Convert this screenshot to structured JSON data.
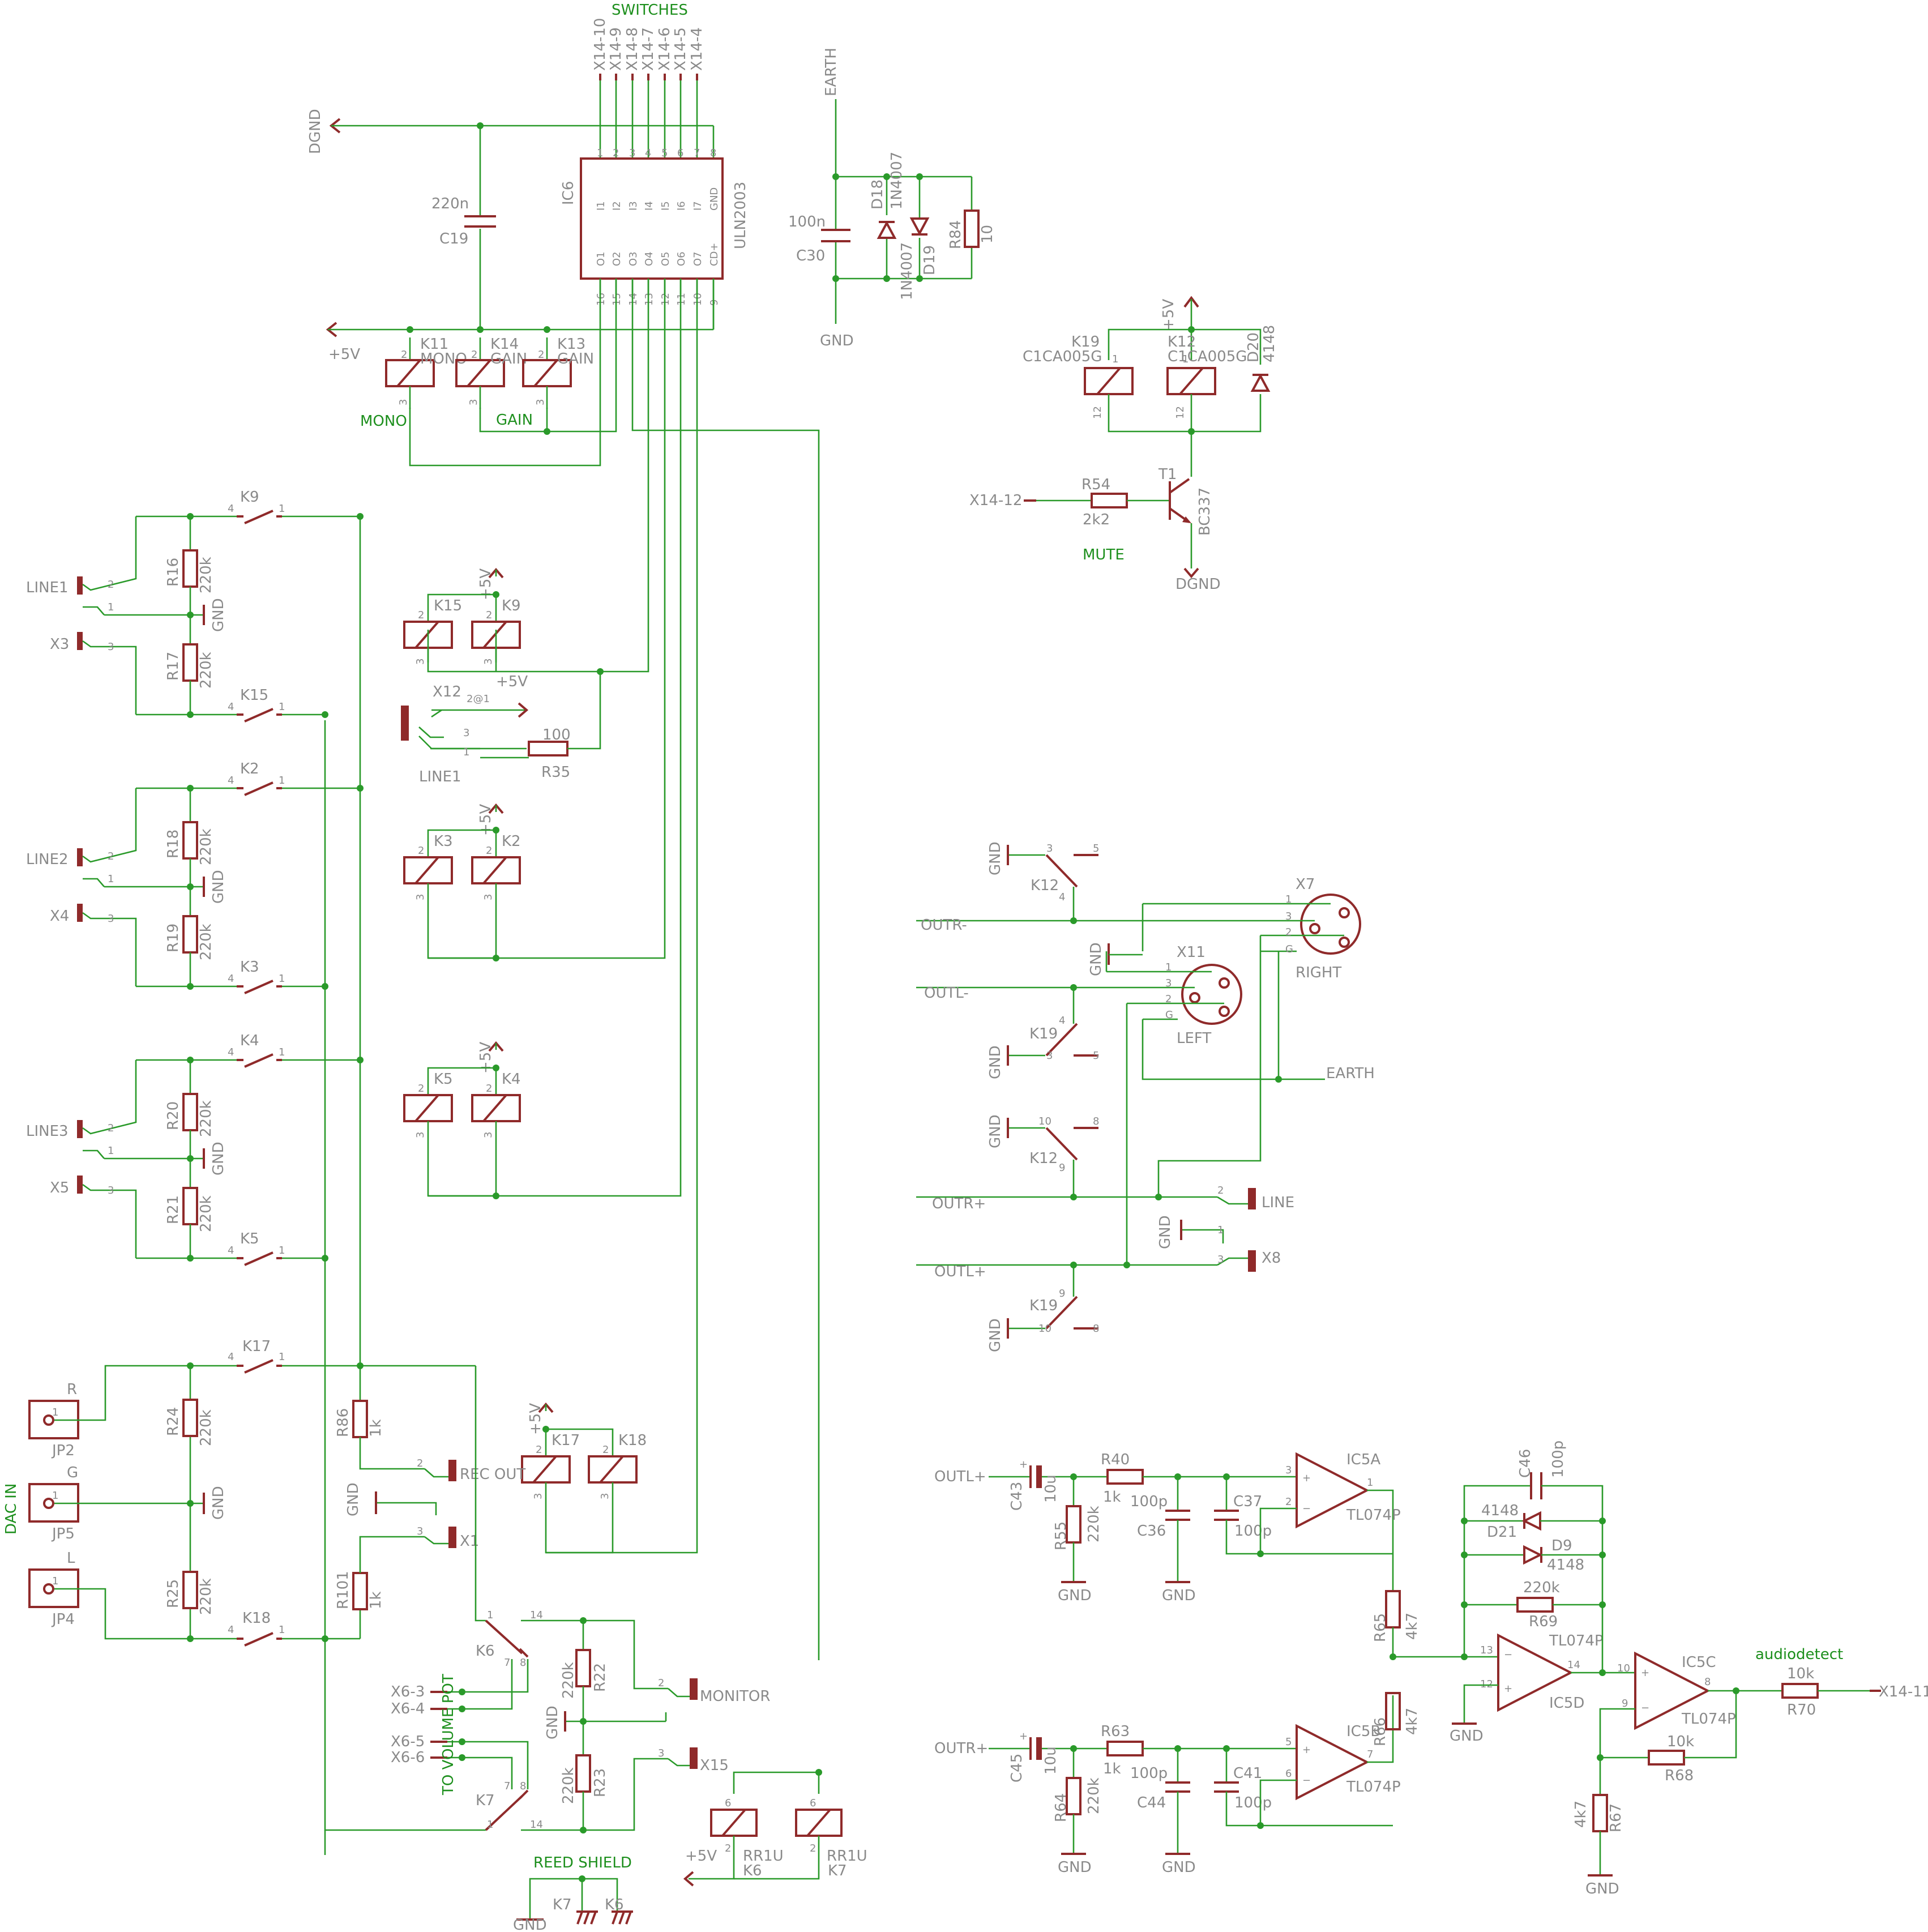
{
  "header": {
    "switches": "SWITCHES",
    "x14_pins": [
      "X14-10",
      "X14-9",
      "X14-8",
      "X14-7",
      "X14-6",
      "X14-5",
      "X14-4"
    ]
  },
  "ic6": {
    "name": "IC6",
    "value": "ULN2003",
    "inputs": [
      "I1",
      "I2",
      "I3",
      "I4",
      "I5",
      "I6",
      "I7",
      "GND"
    ],
    "outputs": [
      "O1",
      "O2",
      "O3",
      "O4",
      "O5",
      "O6",
      "O7",
      "CD+"
    ],
    "top_pins": [
      "1",
      "2",
      "3",
      "4",
      "5",
      "6",
      "7",
      "8"
    ],
    "bottom_pins": [
      "16",
      "15",
      "14",
      "13",
      "12",
      "11",
      "10",
      "9"
    ]
  },
  "power": {
    "dgnd": "DGND",
    "plus5": "+5V",
    "gnd": "GND",
    "earth": "EARTH"
  },
  "c19": {
    "name": "C19",
    "value": "220n"
  },
  "c30": {
    "name": "C30",
    "value": "100n"
  },
  "d18": {
    "name": "D18",
    "value": "1N4007"
  },
  "d19": {
    "name": "D19",
    "value": "1N4007"
  },
  "r84": {
    "name": "R84",
    "value": "10"
  },
  "top_relays": [
    {
      "name": "K11",
      "value": "MONO"
    },
    {
      "name": "K14",
      "value": "GAIN"
    },
    {
      "name": "K13",
      "value": "GAIN"
    }
  ],
  "nets": {
    "mono": "MONO",
    "gain": "GAIN",
    "mute": "MUTE",
    "dac_in": "DAC IN",
    "to_volume_pot": "TO VOLUME POT",
    "reed_shield": "REED SHIELD",
    "audiodetect": "audiodetect"
  },
  "mute_block": {
    "k19": {
      "name": "K19",
      "value": "C1CA005G"
    },
    "k12": {
      "name": "K12",
      "value": "C1CA005G"
    },
    "d20": {
      "name": "D20",
      "value": "4148"
    },
    "r54": {
      "name": "R54",
      "value": "2k2"
    },
    "t1": {
      "name": "T1",
      "value": "BC337"
    },
    "x14_12": "X14-12"
  },
  "inputs": [
    {
      "jack": "LINE1",
      "conn": "X3",
      "ra": "R16",
      "rb": "R17",
      "rv": "220k",
      "ka": "K9",
      "kb": "K15"
    },
    {
      "jack": "LINE2",
      "conn": "X4",
      "ra": "R18",
      "rb": "R19",
      "rv": "220k",
      "ka": "K2",
      "kb": "K3"
    },
    {
      "jack": "LINE3",
      "conn": "X5",
      "ra": "R20",
      "rb": "R21",
      "rv": "220k",
      "ka": "K4",
      "kb": "K5"
    }
  ],
  "coil_pairs": [
    {
      "a": "K15",
      "b": "K9"
    },
    {
      "a": "K3",
      "b": "K2"
    },
    {
      "a": "K5",
      "b": "K4"
    },
    {
      "a": "K17",
      "b": "K18"
    }
  ],
  "x12": {
    "name": "X12",
    "pin": "2@1",
    "label": "LINE1",
    "r35": "R35",
    "r35v": "100"
  },
  "dac": {
    "jp2": "JP2",
    "jp5": "JP5",
    "jp4": "JP4",
    "r": "R",
    "g": "G",
    "l": "L",
    "r24": "R24",
    "r25": "R25",
    "rv": "220k",
    "k17": "K17",
    "k18": "K18",
    "r86": "R86",
    "r101": "R101",
    "r1k": "1k",
    "x1": "X1",
    "rec_out": "REC OUT"
  },
  "monitor": {
    "k6": "K6",
    "k7": "K7",
    "x6": [
      "X6-3",
      "X6-4",
      "X6-5",
      "X6-6"
    ],
    "r22": "R22",
    "r23": "R23",
    "rv": "220k",
    "x15": "X15",
    "monitor": "MONITOR",
    "rr1u": "RR1U"
  },
  "outputs": {
    "x7": "X7",
    "x11": "X11",
    "right": "RIGHT",
    "left": "LEFT",
    "earth": "EARTH",
    "outr_m": "OUTR-",
    "outl_m": "OUTL-",
    "outr_p": "OUTR+",
    "outl_p": "OUTL+",
    "line": "LINE",
    "x8": "X8",
    "k12": "K12",
    "k19": "K19"
  },
  "filter_left": {
    "in": "OUTL+",
    "c43": "C43",
    "c43v": "10u",
    "r40": "R40",
    "r40v": "1k",
    "r55": "R55",
    "r55v": "220k",
    "c36": "C36",
    "c36v": "100p",
    "c37": "C37",
    "c37v": "100p",
    "ic": "IC5A",
    "icv": "TL074P"
  },
  "filter_right": {
    "in": "OUTR+",
    "c45": "C45",
    "c45v": "10u",
    "r63": "R63",
    "r63v": "1k",
    "r64": "R64",
    "r64v": "220k",
    "c44": "C44",
    "c44v": "100p",
    "c41": "C41",
    "c41v": "100p",
    "ic": "IC5B",
    "icv": "TL074P"
  },
  "detect": {
    "r65": "R65",
    "r66": "R66",
    "r4k7": "4k7",
    "ic5d": "IC5D",
    "ic5c": "IC5C",
    "tl": "TL074P",
    "c46": "C46",
    "c46v": "100p",
    "d21": "D21",
    "d9": "D9",
    "d4148": "4148",
    "r69": "R69",
    "r69v": "220k",
    "r68": "R68",
    "r68v": "10k",
    "r67": "R67",
    "r67v": "4k7",
    "r70": "R70",
    "r70v": "10k",
    "x14_11": "X14-11"
  },
  "chart_data": {
    "type": "schematic",
    "components": [
      "IC6 ULN2003",
      "C19 220n",
      "C30 100n",
      "D18 1N4007",
      "D19 1N4007",
      "R84 10",
      "K11 MONO",
      "K14 GAIN",
      "K13 GAIN",
      "K19 C1CA005G",
      "K12 C1CA005G",
      "D20 4148",
      "R54 2k2",
      "T1 BC337",
      "R16 220k",
      "R17 220k",
      "R18 220k",
      "R19 220k",
      "R20 220k",
      "R21 220k",
      "R24 220k",
      "R25 220k",
      "R86 1k",
      "R101 1k",
      "R35 100",
      "R22 220k",
      "R23 220k",
      "C43 10u",
      "C45 10u",
      "R40 1k",
      "R63 1k",
      "R55 220k",
      "R64 220k",
      "C36 100p",
      "C37 100p",
      "C44 100p",
      "C41 100p",
      "IC5A TL074P",
      "IC5B TL074P",
      "IC5C TL074P",
      "IC5D TL074P",
      "R65 4k7",
      "R66 4k7",
      "C46 100p",
      "D21 4148",
      "D9 4148",
      "R69 220k",
      "R68 10k",
      "R67 4k7",
      "R70 10k"
    ]
  }
}
